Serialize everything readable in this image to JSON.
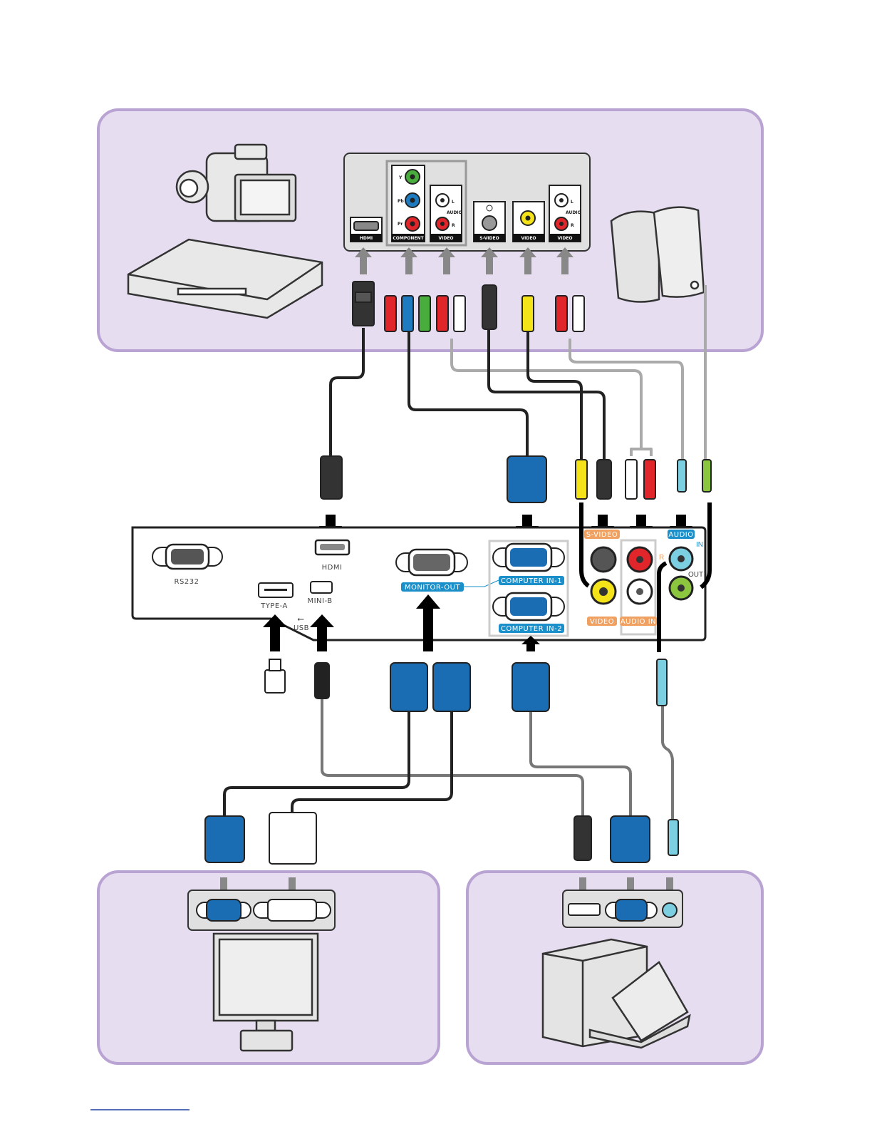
{
  "source_panel": {
    "jack_labels": {
      "hdmi": "HDMI",
      "component": "COMPONENT",
      "video_audio_1": "VIDEO",
      "svideo": "S-VIDEO",
      "video": "VIDEO",
      "video_audio_2": "VIDEO"
    },
    "component_pins": [
      "Y",
      "Pb",
      "Pr"
    ],
    "audio_label": "AUDIO",
    "audio_lr": [
      "L",
      "R"
    ]
  },
  "projector": {
    "rs232": "RS232",
    "hdmi": "HDMI",
    "type_a": "TYPE-A",
    "mini_b": "MINI-B",
    "usb": "USB",
    "monitor_out": "MONITOR-OUT",
    "computer_in_1": "COMPUTER IN-1",
    "computer_in_2": "COMPUTER IN-2",
    "svideo": "S-VIDEO",
    "video": "VIDEO",
    "audio_in": "AUDIO IN",
    "audio_r": "R",
    "audio": "AUDIO",
    "audio_in_short": "IN",
    "audio_out": "OUT"
  },
  "colors": {
    "panel_fill": "#e6def0",
    "panel_stroke": "#b9a3d3",
    "vga_blue": "#1b6db3",
    "tag_blue": "#1a8fca",
    "tag_orange": "#f0a060",
    "rca_red": "#e0262b",
    "rca_yellow": "#f5e31a",
    "rca_green": "#48ad3c",
    "rca_blue": "#1e7bc0",
    "audio_cyan": "#7ccfe0",
    "audio_green": "#8cc63f"
  }
}
